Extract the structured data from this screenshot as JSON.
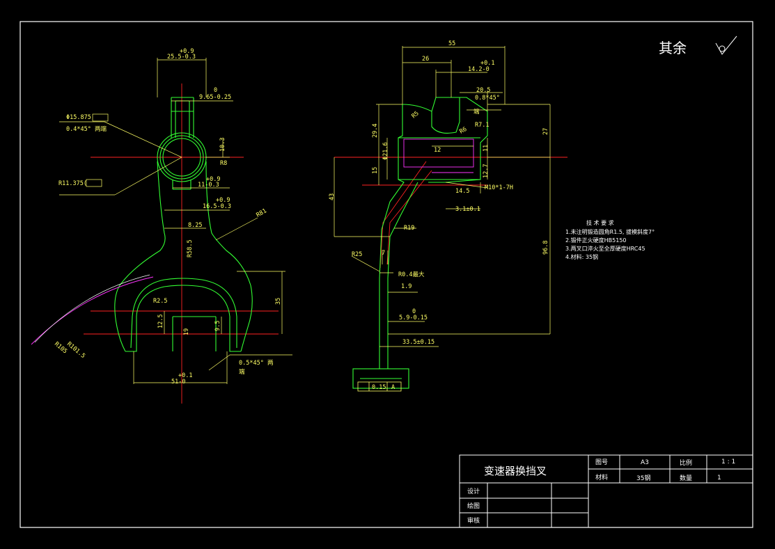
{
  "colors": {
    "background": "#000000",
    "border": "#ffffff",
    "outline": "#33ff33",
    "dimension": "#ffff66",
    "centerline": "#ff2222",
    "hidden": "#ff33ff",
    "note": "#ffffff"
  },
  "surface_finish": {
    "label": "其余"
  },
  "left_view": {
    "dims": {
      "top_width": "25.5-0.3",
      "top_width_tol": "+0.9",
      "slot_width": "9.65-0.25",
      "slot_width_tol": "0",
      "hole_dia": "Φ15.875",
      "chamfer": "0.4*45° 两端",
      "radius_11": "R11.375(",
      "h_10_3": "10.3",
      "r_8": "R8",
      "w_11": "11-0.3",
      "w_11_tol": "+0.9",
      "w_16": "16.5-0.3",
      "w_16_tol": "+0.9",
      "w_8_25": "8.25",
      "r_81": "R81",
      "r_58": "R58.5",
      "r_2_5": "R2.5",
      "h_35": "35",
      "h_12_5": "12.5",
      "h_9_5": "9.5",
      "h_19": "19",
      "r_101": "R101.5",
      "r_105": "R105",
      "chamfer2": "0.5*45° 两",
      "chamfer2b": "端",
      "w_51": "51-0",
      "w_51_tol": "+0.1"
    }
  },
  "right_view": {
    "dims": {
      "w_55": "55",
      "w_26": "26",
      "w_14": "14.2-0",
      "w_14_tol": "+0.1",
      "w_20_5": "20.5",
      "chamfer": "0.8*45°",
      "chamfer_b": "端",
      "r_5": "R5",
      "r_7": "R7.1",
      "r_6": "R6",
      "h_29_4": "29.4",
      "d_21_6": "Φ21.6",
      "w_12": "12",
      "h_11": "11",
      "h_12_7": "12.7",
      "h_15": "15",
      "h_27": "27",
      "h_43": "43",
      "w_14_5": "14.5",
      "thread": "M10*1-7H",
      "w_3_1": "3.1±0.1",
      "r_19": "R19",
      "r_25": "R25",
      "w_7": "7",
      "r_04": "R0.4最大",
      "w_1_9": "1.9",
      "w_5_9": "5.9-0.15",
      "w_5_9_tol": "0",
      "h_96_8": "96.8",
      "w_33_5": "33.5±0.15",
      "tol_frame": "0.15",
      "datum": "A"
    }
  },
  "tech_requirements": {
    "title": "技 术 要 求",
    "items": [
      "1.未注明锻造圆角R1.5, 拔模斜度7°",
      "2.锻件正火硬度HB5150",
      "3.两叉口淬火至全厚硬度HRC45",
      "4.材料: 35钢"
    ]
  },
  "title_block": {
    "part_name": "变速器换挡叉",
    "label_drawing_no": "图号",
    "drawing_no": "A3",
    "label_scale": "比例",
    "scale": "1 : 1",
    "label_material": "材料",
    "material": "35钢",
    "label_qty": "数量",
    "qty": "1",
    "label_design": "设计",
    "label_draw": "绘图",
    "label_review": "审核"
  }
}
